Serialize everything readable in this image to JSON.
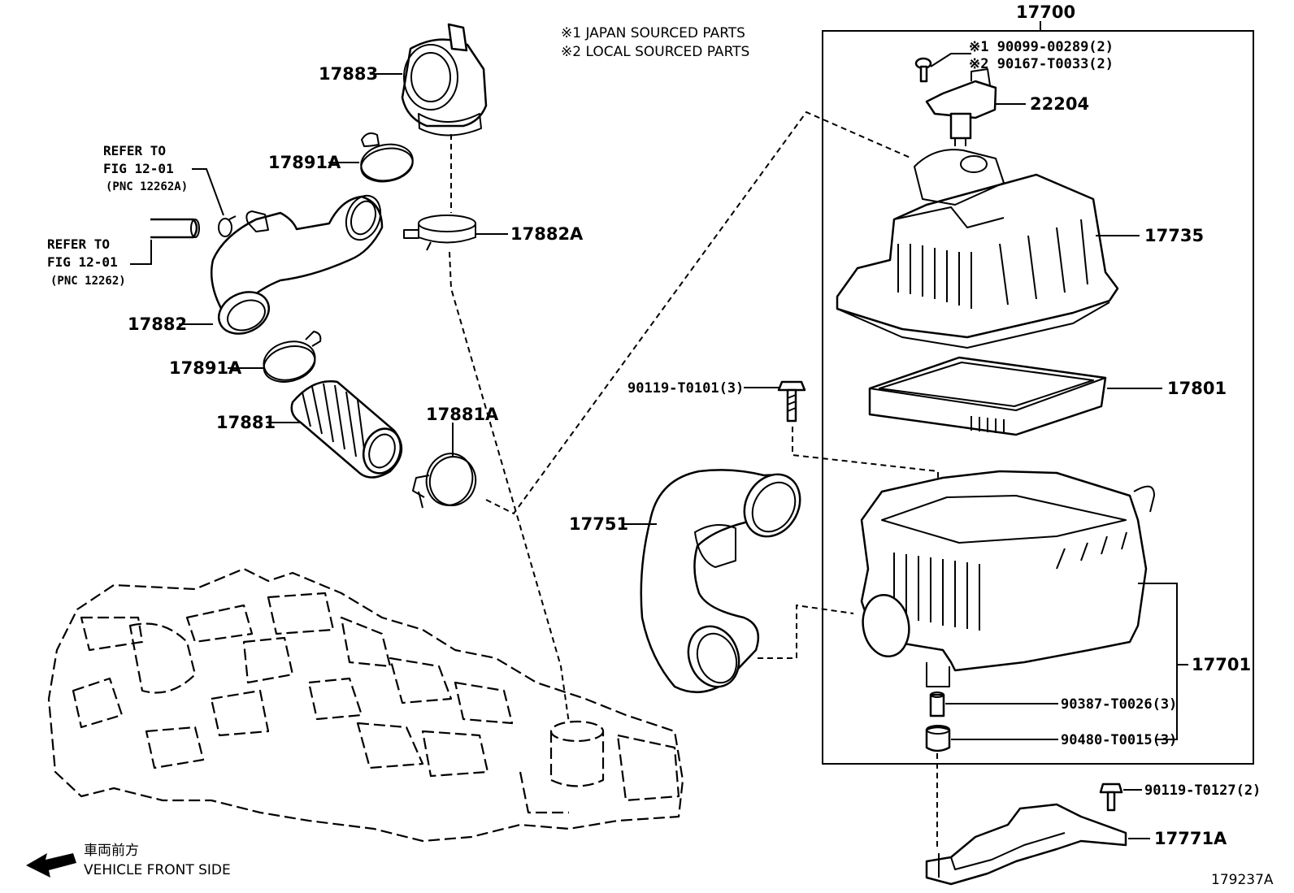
{
  "notes": {
    "japan_sourced": "※1 JAPAN SOURCED PARTS",
    "local_sourced": "※2 LOCAL SOURCED PARTS"
  },
  "assembly_label": "17700",
  "callouts": {
    "p17883": "17883",
    "p17891A_top": "17891A",
    "p17882A": "17882A",
    "p17882": "17882",
    "p17891A_bottom": "17891A",
    "p17881": "17881",
    "p17881A": "17881A",
    "p17751": "17751",
    "bolt_90119_T0101": "90119-T0101(3)",
    "screw_190099": "※1 90099-00289(2)",
    "screw_290167": "※2 90167-T0033(2)",
    "sensor_22204": "22204",
    "cap_17735": "17735",
    "element_17801": "17801",
    "case_17701": "17701",
    "collar_90387": "90387-T0026(3)",
    "grommet_90480": "90480-T0015(3)",
    "bolt_90119_T0127": "90119-T0127(2)",
    "bracket_17771A": "17771A"
  },
  "refs": {
    "ref_a_line1": "REFER TO",
    "ref_a_line2": "FIG 12-01",
    "ref_a_line3": "(PNC 12262A)",
    "ref_b_line1": "REFER TO",
    "ref_b_line2": "FIG 12-01",
    "ref_b_line3": "(PNC 12262)"
  },
  "direction": {
    "jp": "車両前方",
    "en": "VEHICLE FRONT SIDE"
  },
  "figure_id": "179237A"
}
